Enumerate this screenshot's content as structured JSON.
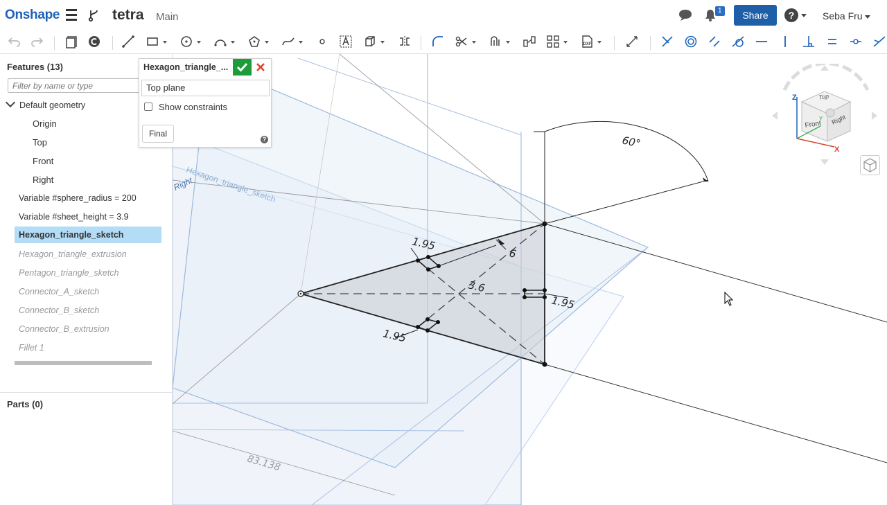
{
  "header": {
    "logo": "Onshape",
    "document_title": "tetra",
    "workspace": "Main",
    "notification_count": "1",
    "share_label": "Share",
    "user_name": "Seba Fru"
  },
  "feature_panel": {
    "title": "Features (13)",
    "filter_placeholder": "Filter by name or type",
    "default_geometry_label": "Default geometry",
    "default_geometry": [
      "Origin",
      "Top",
      "Front",
      "Right"
    ],
    "features": [
      {
        "label": "Variable #sphere_radius = 200",
        "state": "normal"
      },
      {
        "label": "Variable #sheet_height = 3.9",
        "state": "normal"
      },
      {
        "label": "Hexagon_triangle_sketch",
        "state": "active"
      },
      {
        "label": "Hexagon_triangle_extrusion",
        "state": "rolled-back"
      },
      {
        "label": "Pentagon_triangle_sketch",
        "state": "rolled-back"
      },
      {
        "label": "Connector_A_sketch",
        "state": "rolled-back"
      },
      {
        "label": "Connector_B_sketch",
        "state": "rolled-back"
      },
      {
        "label": "Connector_B_extrusion",
        "state": "rolled-back"
      },
      {
        "label": "Fillet 1",
        "state": "rolled-back"
      }
    ],
    "parts_title": "Parts (0)"
  },
  "sketch_dialog": {
    "title": "Hexagon_triangle_...",
    "plane": "Top plane",
    "show_constraints_label": "Show constraints",
    "show_constraints_checked": false,
    "final_label": "Final",
    "help": "?"
  },
  "viewport": {
    "angle_dimension": "60°",
    "dim_195_a": "1.95",
    "dim_195_b": "1.95",
    "dim_195_c": "1.95",
    "dim_6": "6",
    "dim_36": "3.6",
    "dim_83138": "83.138",
    "plane_label_right": "Right",
    "sketch_label": "Hexagon_triangle_sketch"
  },
  "view_cube": {
    "top": "Top",
    "front": "Front",
    "right": "Right",
    "axis_x": "X",
    "axis_y": "Y",
    "axis_z": "Z"
  },
  "colors": {
    "brand": "#1c62b9",
    "share_button": "#1e5fa8",
    "ok_button": "#1b9d3a",
    "cancel_icon": "#d9442c",
    "selected_feature": "#b3dcf7",
    "plane_fill": "#e6eef8",
    "plane_edge": "#9db9dc"
  }
}
